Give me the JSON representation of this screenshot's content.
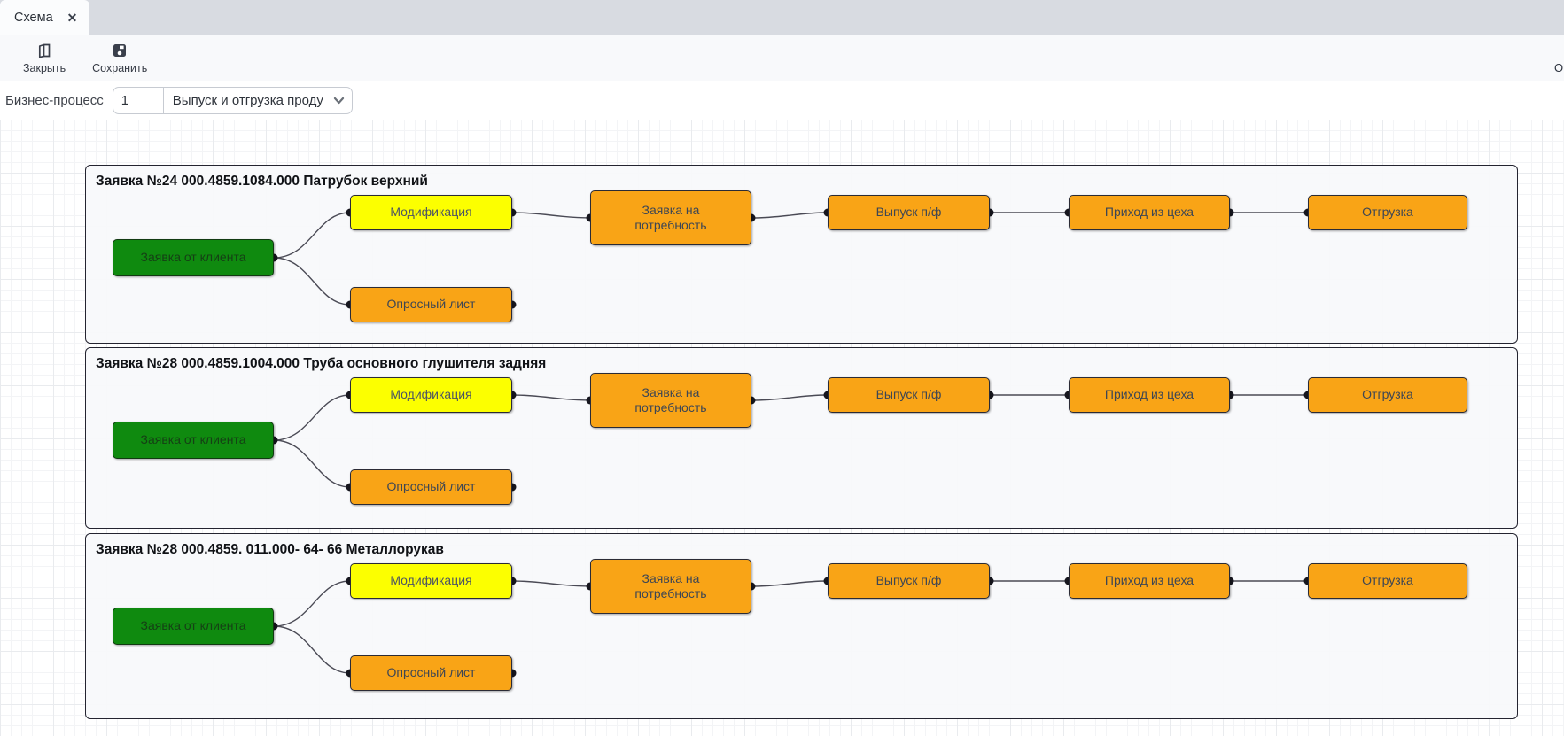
{
  "tab": {
    "label": "Схема",
    "close_glyph": "✕"
  },
  "toolbar": {
    "close_label": "Закрыть",
    "save_label": "Сохранить",
    "clipped_right_text": "О"
  },
  "process_row": {
    "label": "Бизнес-процесс",
    "number_value": "1",
    "selected_option": "Выпуск и отгрузка проду"
  },
  "diagram": {
    "lanes": [
      {
        "title": "Заявка №24 000.4859.1084.000 Патрубок верхний"
      },
      {
        "title": "Заявка №28 000.4859.1004.000 Труба основного глушителя задняя"
      },
      {
        "title": "Заявка №28 000.4859. 011.000- 64- 66 Металлорукав"
      }
    ],
    "node_labels": {
      "client_request": "Заявка от клиента",
      "modification": "Модификация",
      "survey_sheet": "Опросный лист",
      "demand_request": "Заявка на потребность",
      "semi_finished_output": "Выпуск п/ф",
      "shop_arrival": "Приход из цеха",
      "shipment": "Отгрузка"
    },
    "colors": {
      "green": "#0f8a0f",
      "yellow": "#fcff00",
      "orange": "#f9a416",
      "lane_border": "#242430",
      "edge": "#4a4a55"
    }
  }
}
